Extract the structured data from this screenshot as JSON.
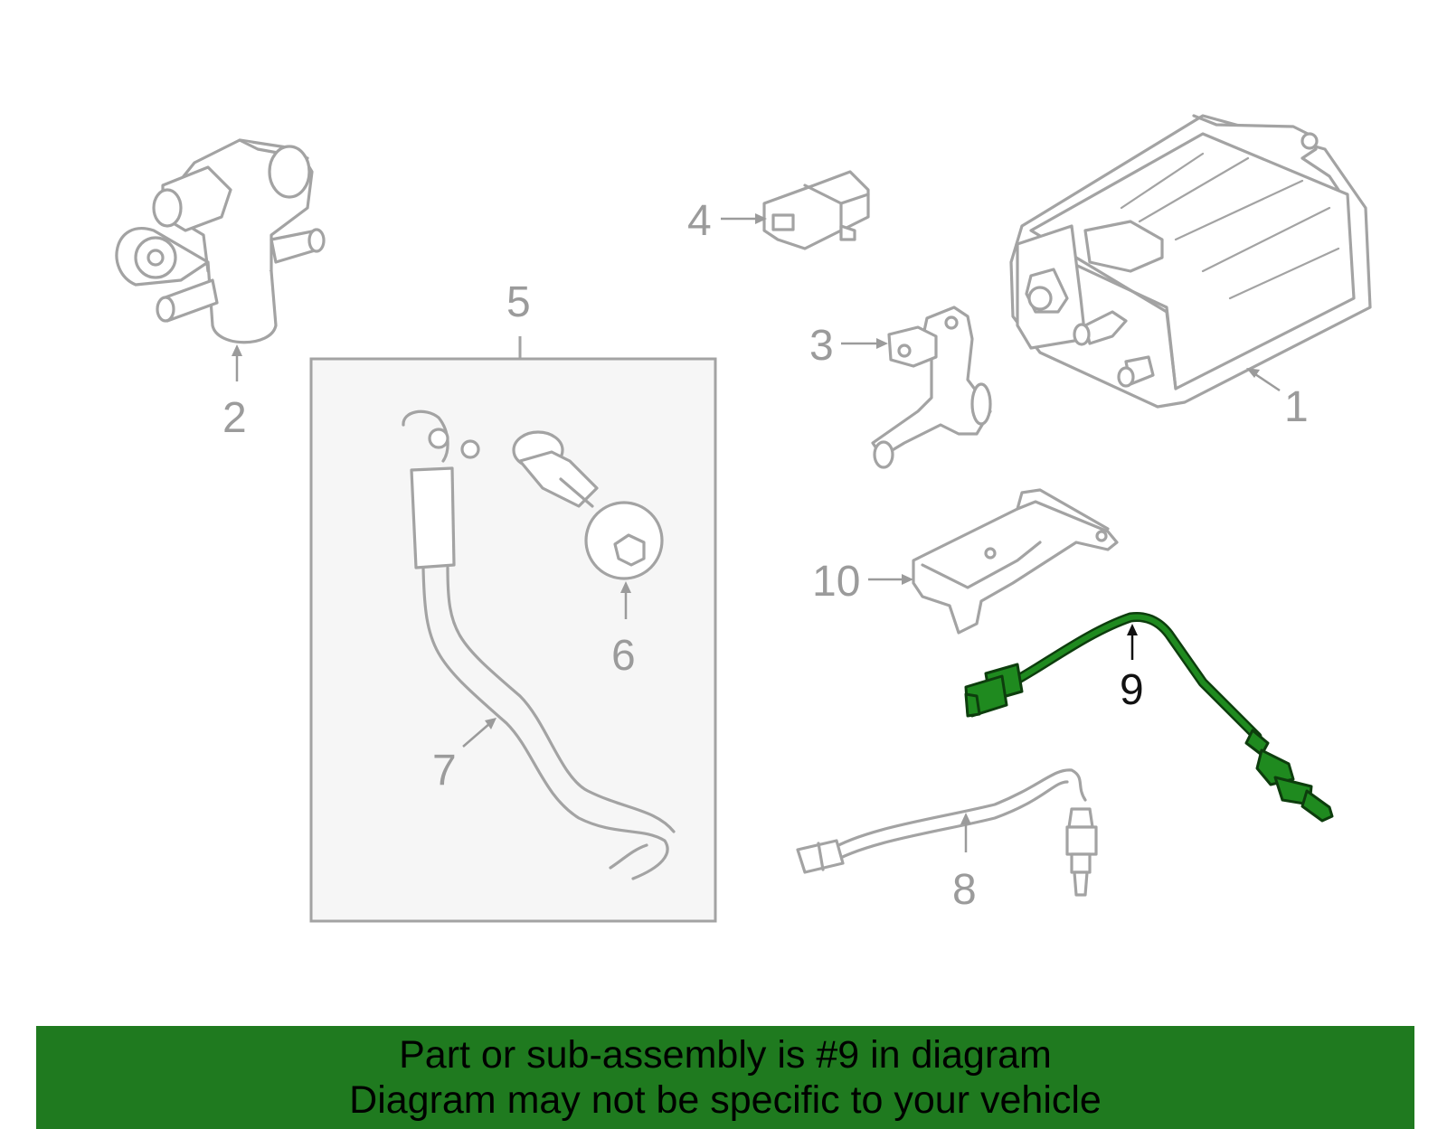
{
  "callouts": [
    {
      "id": "1",
      "label": "1"
    },
    {
      "id": "2",
      "label": "2"
    },
    {
      "id": "3",
      "label": "3"
    },
    {
      "id": "4",
      "label": "4"
    },
    {
      "id": "5",
      "label": "5"
    },
    {
      "id": "6",
      "label": "6"
    },
    {
      "id": "7",
      "label": "7"
    },
    {
      "id": "8",
      "label": "8"
    },
    {
      "id": "9",
      "label": "9"
    },
    {
      "id": "10",
      "label": "10"
    }
  ],
  "highlighted_part": "9",
  "colors": {
    "highlight": "#1f8a1f",
    "part_outline": "#a3a3a3",
    "banner": "#1f7a1f",
    "assembly_box_fill": "#f6f6f6"
  },
  "banner": {
    "line1": "Part or sub-assembly is #9 in diagram",
    "line2": "Diagram may not be specific to your vehicle"
  }
}
